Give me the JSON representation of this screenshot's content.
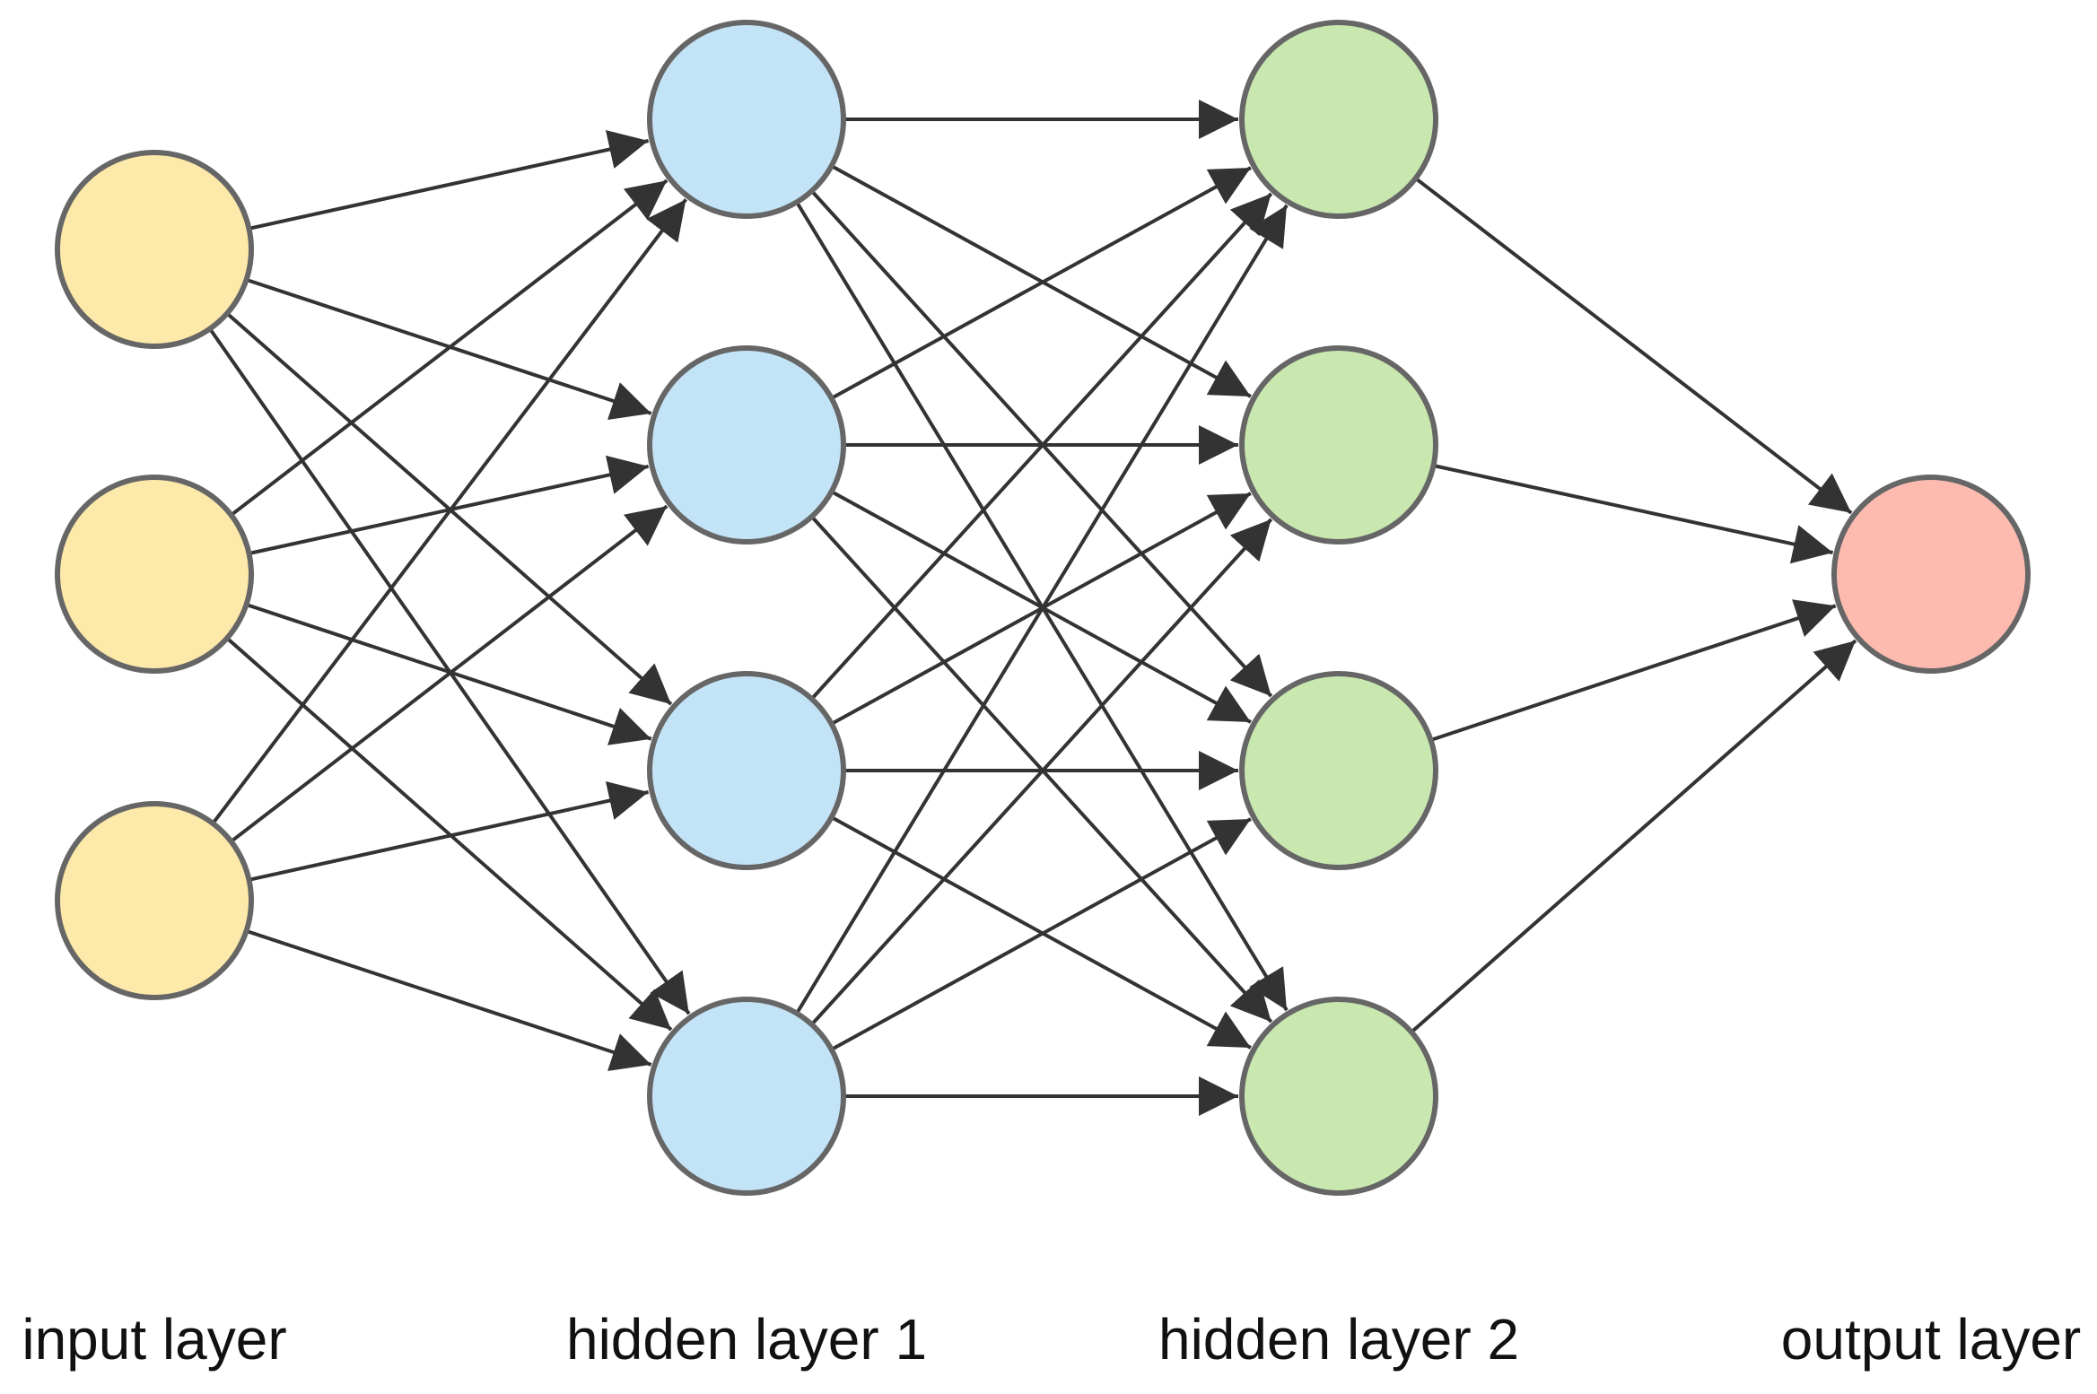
{
  "diagram": {
    "layers": [
      {
        "id": "input",
        "label": "input layer",
        "count": 3,
        "fill": "#FDE9A9"
      },
      {
        "id": "hidden1",
        "label": "hidden layer 1",
        "count": 4,
        "fill": "#C3E3F7"
      },
      {
        "id": "hidden2",
        "label": "hidden layer 2",
        "count": 4,
        "fill": "#C8E8AF"
      },
      {
        "id": "output",
        "label": "output layer",
        "count": 1,
        "fill": "#FDBBB0"
      }
    ],
    "connections": "fully-connected",
    "arrowheads": true,
    "edge_color": "#333333",
    "node_stroke": "#666666"
  }
}
